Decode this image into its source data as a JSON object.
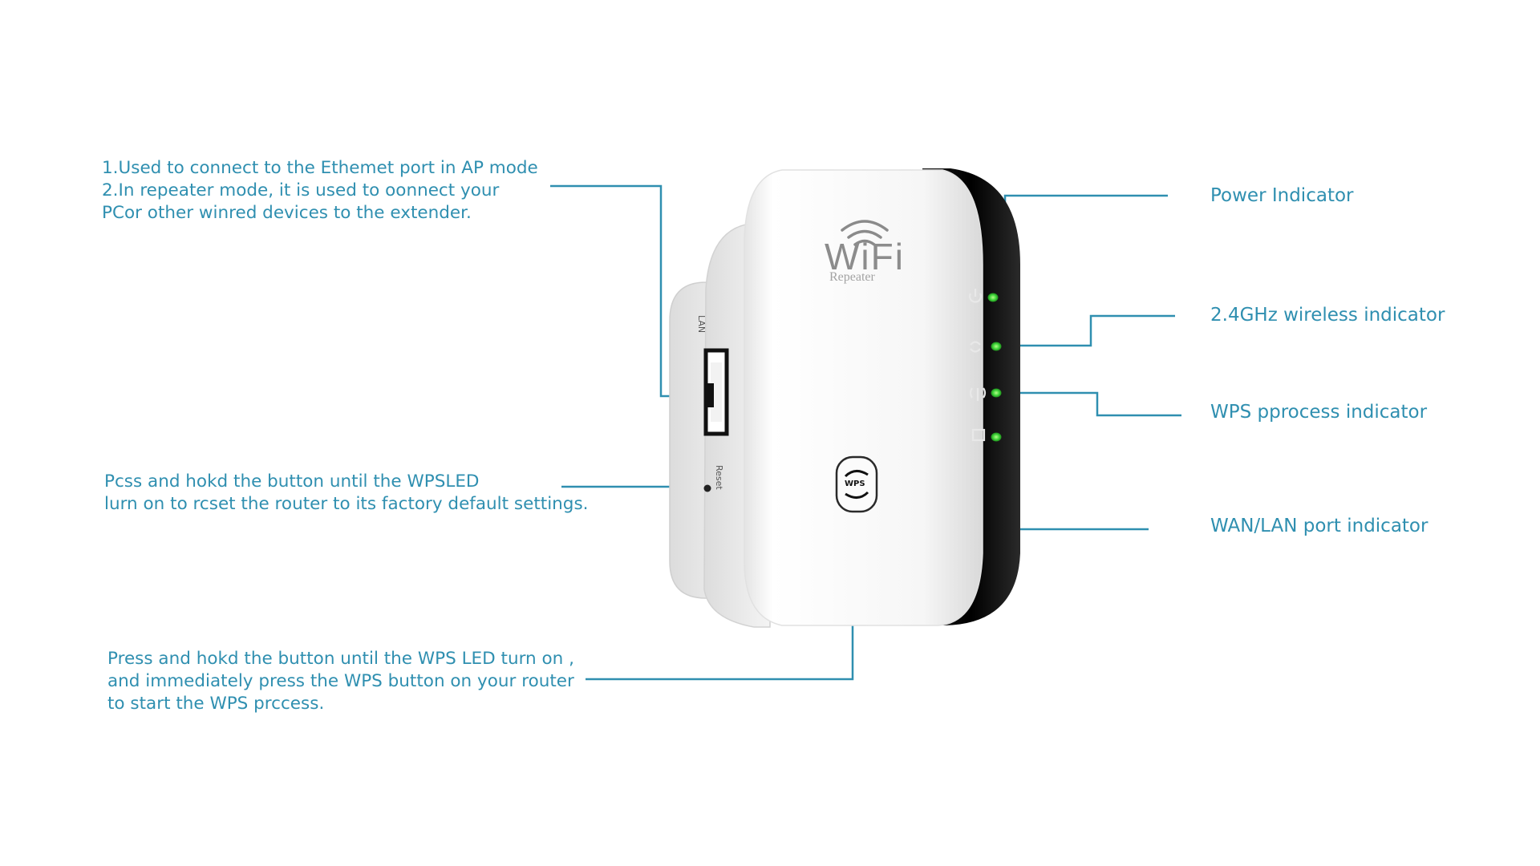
{
  "annotations": {
    "lan_port": [
      "1.Used to connect to the Ethemet port in AP mode",
      "2.In repeater mode, it is used to oonnect your",
      "PCor other winred devices to the extender."
    ],
    "reset": [
      "Pcss and hokd the button until the WPSLED",
      "lurn on to rcset the router to its factory default settings."
    ],
    "wps_button": [
      "Press and hokd the button until the WPS LED turn on ,",
      "and immediately press the WPS button on your router",
      "to start the WPS prccess."
    ],
    "power_indicator": "Power Indicator",
    "wireless_indicator": "2.4GHz wireless indicator",
    "wps_indicator": "WPS pprocess indicator",
    "wan_lan_indicator": "WAN/LAN port indicator"
  },
  "device": {
    "logo_text": "WiFi",
    "logo_subtext": "Repeater",
    "lan_label": "LAN",
    "reset_label": "Reset",
    "wps_button_text": "WPS",
    "led_color": "#3fd43a"
  },
  "colors": {
    "leader_line": "#2f8fb0",
    "label_text": "#2f8fb0",
    "device_body": "#ffffff",
    "device_bezel": "#0b0b0b"
  }
}
